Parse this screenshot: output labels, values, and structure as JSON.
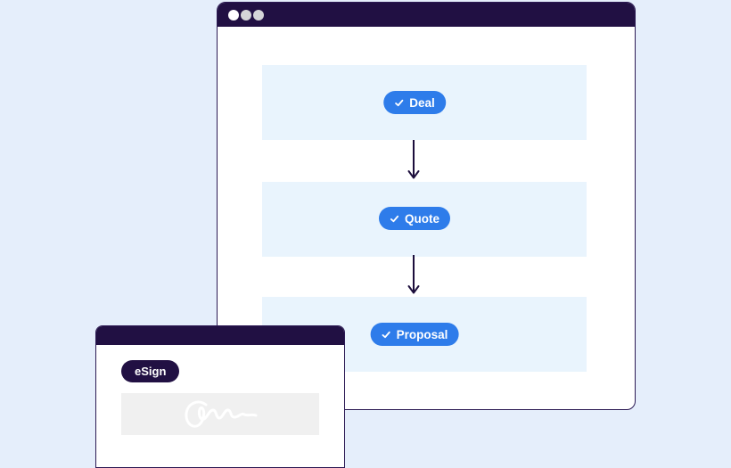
{
  "page": {
    "background_color": "#E5EEFB"
  },
  "workflow_window": {
    "titlebar": {
      "color": "#211043",
      "dot_colors": [
        "#FFFFFF",
        "#D5D5D8",
        "#D5D5D8"
      ]
    },
    "border_color": "#2C1A54",
    "band_color": "#E9F4FD",
    "accent_color": "#2E7CEA",
    "arrow_color": "#1C0E3C",
    "steps": [
      {
        "label": "Deal",
        "icon": "check-icon"
      },
      {
        "label": "Quote",
        "icon": "check-icon"
      },
      {
        "label": "Proposal",
        "icon": "check-icon"
      }
    ]
  },
  "esign_window": {
    "titlebar_color": "#211043",
    "border_color": "#2C1A54",
    "badge_label": "eSign",
    "badge_color": "#211043",
    "signature_box_color": "#F0F0F0",
    "signature_icon": "signature-scribble-icon"
  }
}
